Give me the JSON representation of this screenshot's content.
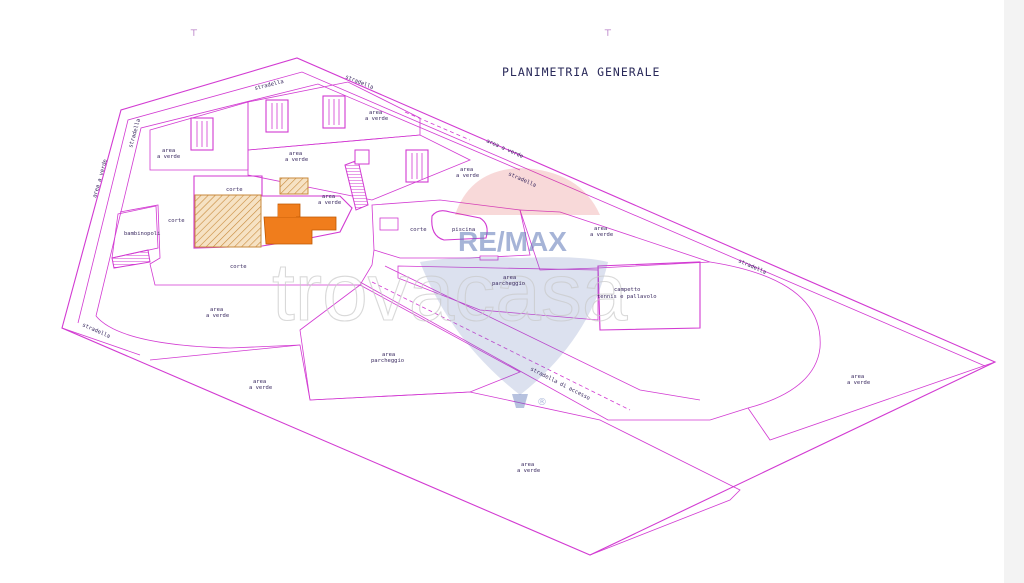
{
  "title": "PLANIMETRIA GENERALE",
  "watermark": {
    "brand": "RE/MAX",
    "site": "trovacasa",
    "registered": "®"
  },
  "labels": {
    "stradella": "stradella",
    "area_verde_l1": "area",
    "area_verde_l2": "a verde",
    "corte": "corte",
    "bambinopoli": "bambinopoli",
    "piscina": "piscina",
    "area_parcheggio_l1": "area",
    "area_parcheggio_l2": "parcheggio",
    "campetto_l1": "campetto",
    "campetto_l2": "tennis e pallavolo",
    "stradella_accesso": "stradella di accesso",
    "area_a_verde": "area a verde"
  },
  "colors": {
    "lines": "#d23ad2",
    "hatch": "#c88a3c",
    "highlight": "#f07d1c",
    "watermark": "#5f78b8"
  }
}
